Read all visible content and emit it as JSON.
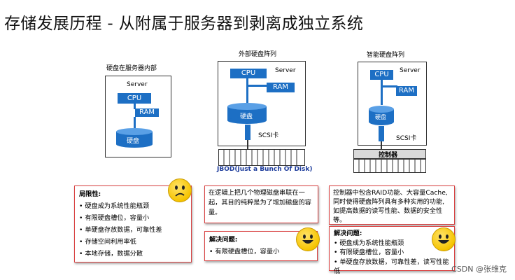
{
  "title": "存储发展历程 - 从附属于服务器到剥离成独立系统",
  "col1": {
    "caption": "硬盘在服务器内部",
    "server_label": "Server",
    "cpu": "CPU",
    "ram": "RAM",
    "disk": "硬盘"
  },
  "col2": {
    "caption": "外部硬盘阵列",
    "server_label": "Server",
    "cpu": "CPU",
    "ram": "RAM",
    "disk": "硬盘",
    "scsi": "SCSI卡",
    "jbod": "JBOD(Just a Bunch Of Disk)"
  },
  "col3": {
    "caption": "智能硬盘阵列",
    "server_label": "Server",
    "cpu": "CPU",
    "ram": "RAM",
    "disk": "硬盘",
    "scsi": "SCSI卡",
    "controller": "控制器"
  },
  "panel1": {
    "heading": "局限性:",
    "items": [
      "• 硬盘成为系统性能瓶颈",
      "• 有限硬盘槽位，容量小",
      "• 单硬盘存放数据，可靠性差",
      "• 存储空间利用率低",
      "• 本地存储，数据分散"
    ]
  },
  "panel2_desc": "在逻辑上把几个物理磁盘串联在一起，其目的纯粹是为了增加磁盘的容量。",
  "panel2_sol": {
    "heading": "解决问题:",
    "items": [
      "• 有限硬盘槽位，容量小"
    ]
  },
  "panel3_desc": "控制器中包含RAID功能、大容量Cache,同时使得硬盘阵列具有多种实用的功能,如提高数据的读写性能、数据的安全性等。",
  "panel3_sol": {
    "heading": "解决问题:",
    "items": [
      "• 硬盘成为系统性能瓶颈",
      "• 有限硬盘槽位，容量小",
      "• 单硬盘存放数据，可靠性差，读写性能低"
    ]
  },
  "watermark": "CSDN @张维克",
  "colors": {
    "accent_blue": "#1d6fc4",
    "panel_border": "#d94040",
    "face_yellow": "#f6c400"
  },
  "icons": {
    "sad_face": "worried-face-icon",
    "happy_face": "smiling-face-icon"
  }
}
